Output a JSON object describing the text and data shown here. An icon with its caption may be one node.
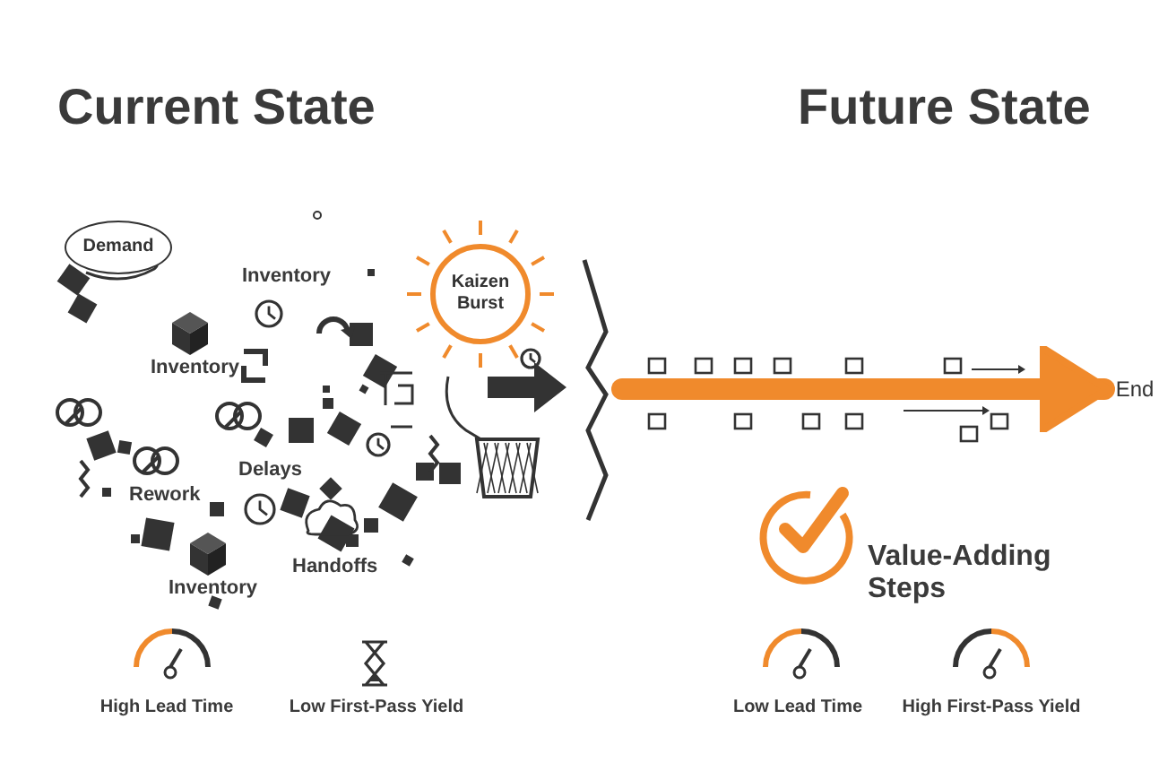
{
  "diagram": {
    "nodes": [
      {
        "text": [
          "Demand"
        ]
      },
      {
        "text": [
          "Kaizen Burst"
        ]
      },
      {
        "text": [
          "End"
        ]
      }
    ],
    "edges": [
      {
        "from": null,
        "to": 2,
        "arrow": "to"
      }
    ],
    "labels": [
      "Current State",
      "Future State",
      "Inventory",
      "Inventory",
      "Rework",
      "Delays",
      "Inventory",
      "Handoffs",
      "Value-Adding Steps",
      "High Lead Time",
      "Low First-Pass Yield",
      "Low Lead Time",
      "High First-Pass Yield"
    ]
  }
}
